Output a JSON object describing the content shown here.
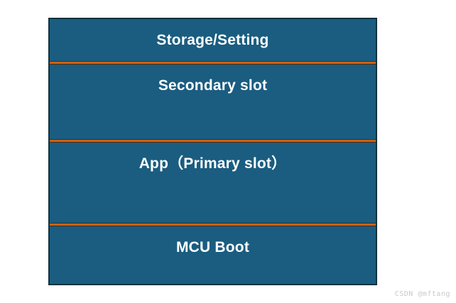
{
  "diagram": {
    "type": "memory-layout",
    "title": "MCU flash memory layout",
    "colors": {
      "region_fill": "#1a5d80",
      "region_border": "#12313f",
      "divider": "#d2600f",
      "divider_edge": "#4a2a17",
      "label_text": "#ffffff",
      "background": "#ffffff",
      "watermark_text": "#c9c9c9"
    },
    "regions": [
      {
        "id": "storage-setting",
        "label": "Storage/Setting"
      },
      {
        "id": "secondary-slot",
        "label": "Secondary slot"
      },
      {
        "id": "app-primary-slot",
        "label": "App（Primary slot）"
      },
      {
        "id": "mcu-boot",
        "label": "MCU Boot"
      }
    ],
    "dividers": [
      {
        "id": "divider-1"
      },
      {
        "id": "divider-2"
      },
      {
        "id": "divider-3"
      }
    ]
  },
  "watermark": {
    "text": "CSDN @mftang"
  }
}
